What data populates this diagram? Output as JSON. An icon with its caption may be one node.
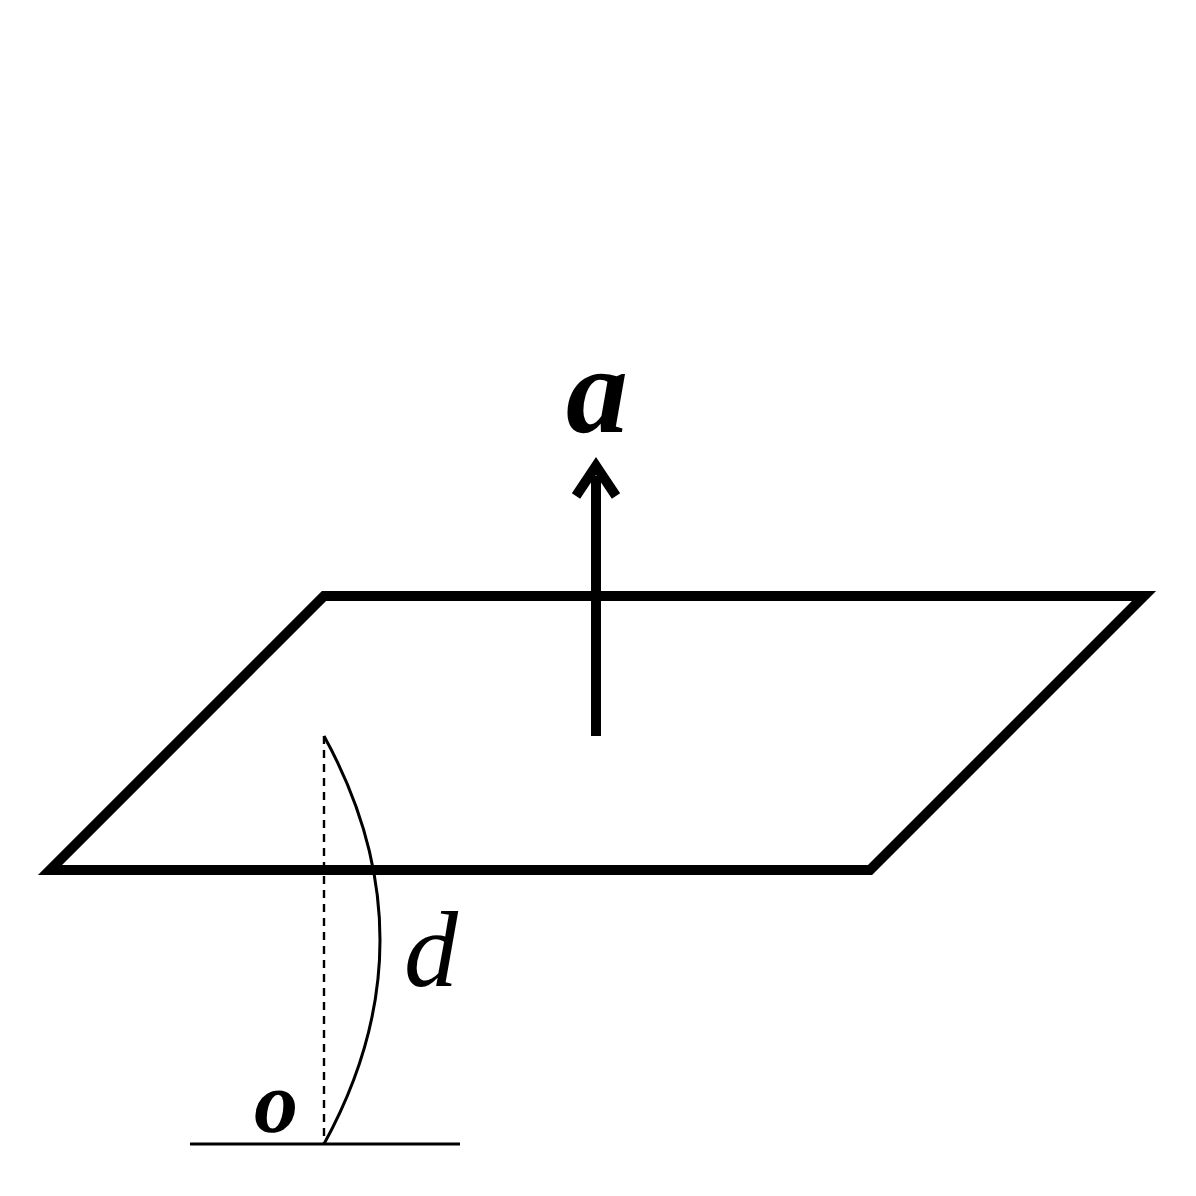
{
  "diagram": {
    "labels": [
      "a",
      "d",
      "o"
    ]
  }
}
